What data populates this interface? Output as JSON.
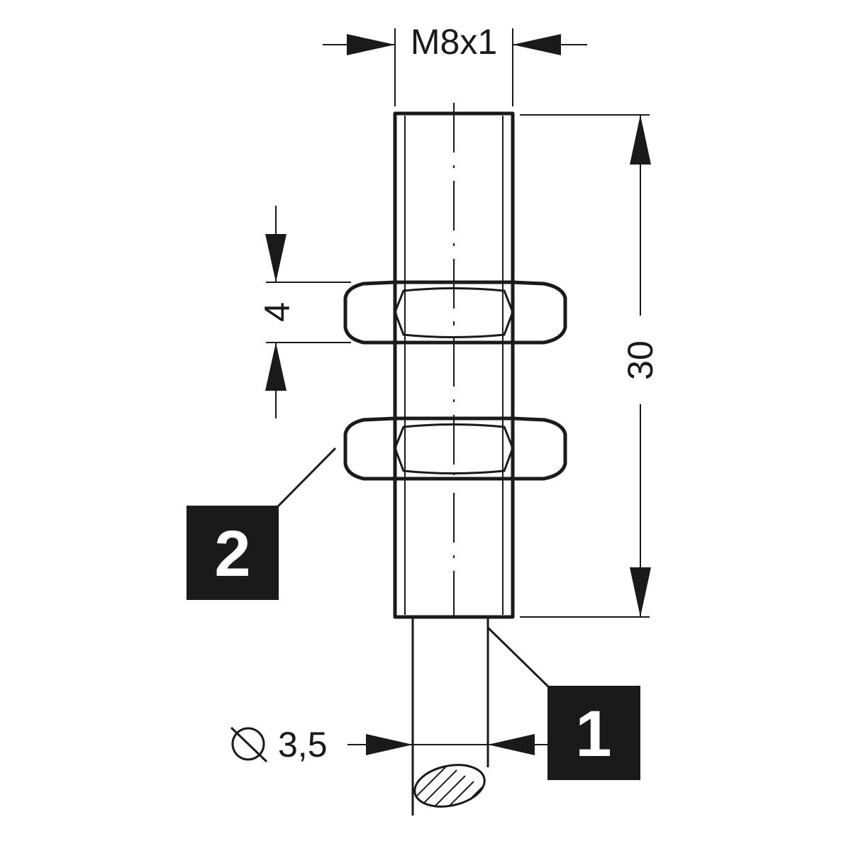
{
  "dimensions": {
    "thread": "M8x1",
    "length": "30",
    "nut_thickness": "4",
    "cable_diameter": "3,5"
  },
  "callouts": {
    "cable": "1",
    "nut": "2"
  },
  "colors": {
    "line": "#1a1a1a",
    "background": "#ffffff",
    "callout_fill": "#1a1a1a",
    "callout_text": "#ffffff"
  },
  "icons": {
    "diameter_symbol": "diameter-icon"
  }
}
